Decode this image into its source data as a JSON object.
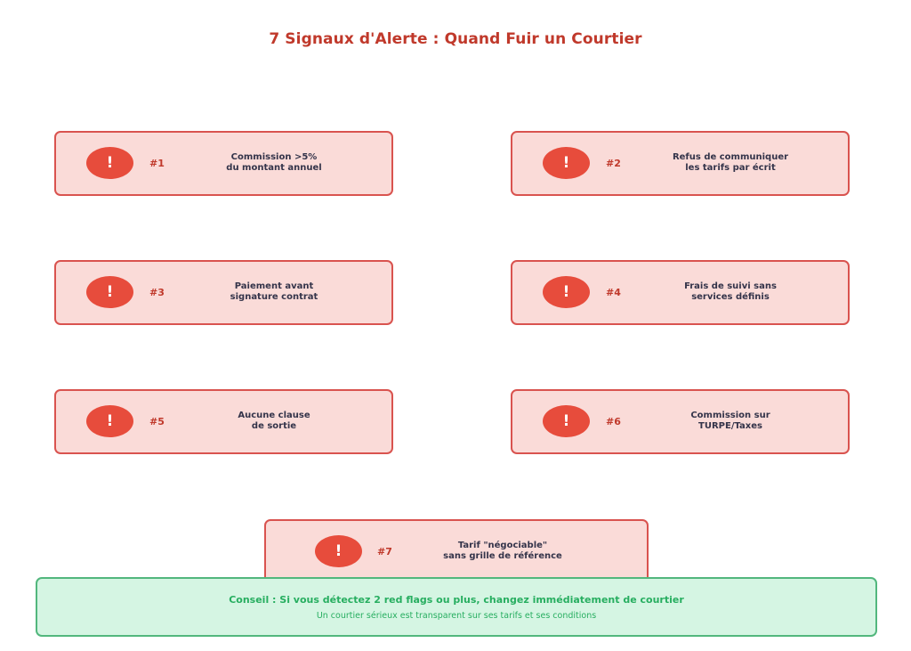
{
  "title": "7 Signaux d'Alerte : Quand Fuir un Courtier",
  "colors": {
    "title": "#c0392b",
    "card_fill": "#fadbd8",
    "card_border": "#d9534f",
    "icon_fill": "#e74c3c",
    "number": "#c0392b",
    "card_text": "#34344a",
    "tip_fill": "#d5f5e3",
    "tip_border": "#52b77d",
    "tip_text": "#27ae60"
  },
  "signals": [
    {
      "icon": "exclamation-icon",
      "glyph": "!",
      "number": "#1",
      "line1": "Commission >5%",
      "line2": "du montant annuel"
    },
    {
      "icon": "exclamation-icon",
      "glyph": "!",
      "number": "#2",
      "line1": "Refus de communiquer",
      "line2": "les tarifs par écrit"
    },
    {
      "icon": "exclamation-icon",
      "glyph": "!",
      "number": "#3",
      "line1": "Paiement avant",
      "line2": "signature contrat"
    },
    {
      "icon": "exclamation-icon",
      "glyph": "!",
      "number": "#4",
      "line1": "Frais de suivi sans",
      "line2": "services définis"
    },
    {
      "icon": "exclamation-icon",
      "glyph": "!",
      "number": "#5",
      "line1": "Aucune clause",
      "line2": "de sortie"
    },
    {
      "icon": "exclamation-icon",
      "glyph": "!",
      "number": "#6",
      "line1": "Commission sur",
      "line2": "TURPE/Taxes"
    },
    {
      "icon": "exclamation-icon",
      "glyph": "!",
      "number": "#7",
      "line1": "Tarif \"négociable\"",
      "line2": "sans grille de référence"
    }
  ],
  "tip": {
    "main": "Conseil : Si vous détectez 2 red flags ou plus, changez immédiatement de courtier",
    "sub": "Un courtier sérieux est transparent sur ses tarifs et ses conditions"
  }
}
